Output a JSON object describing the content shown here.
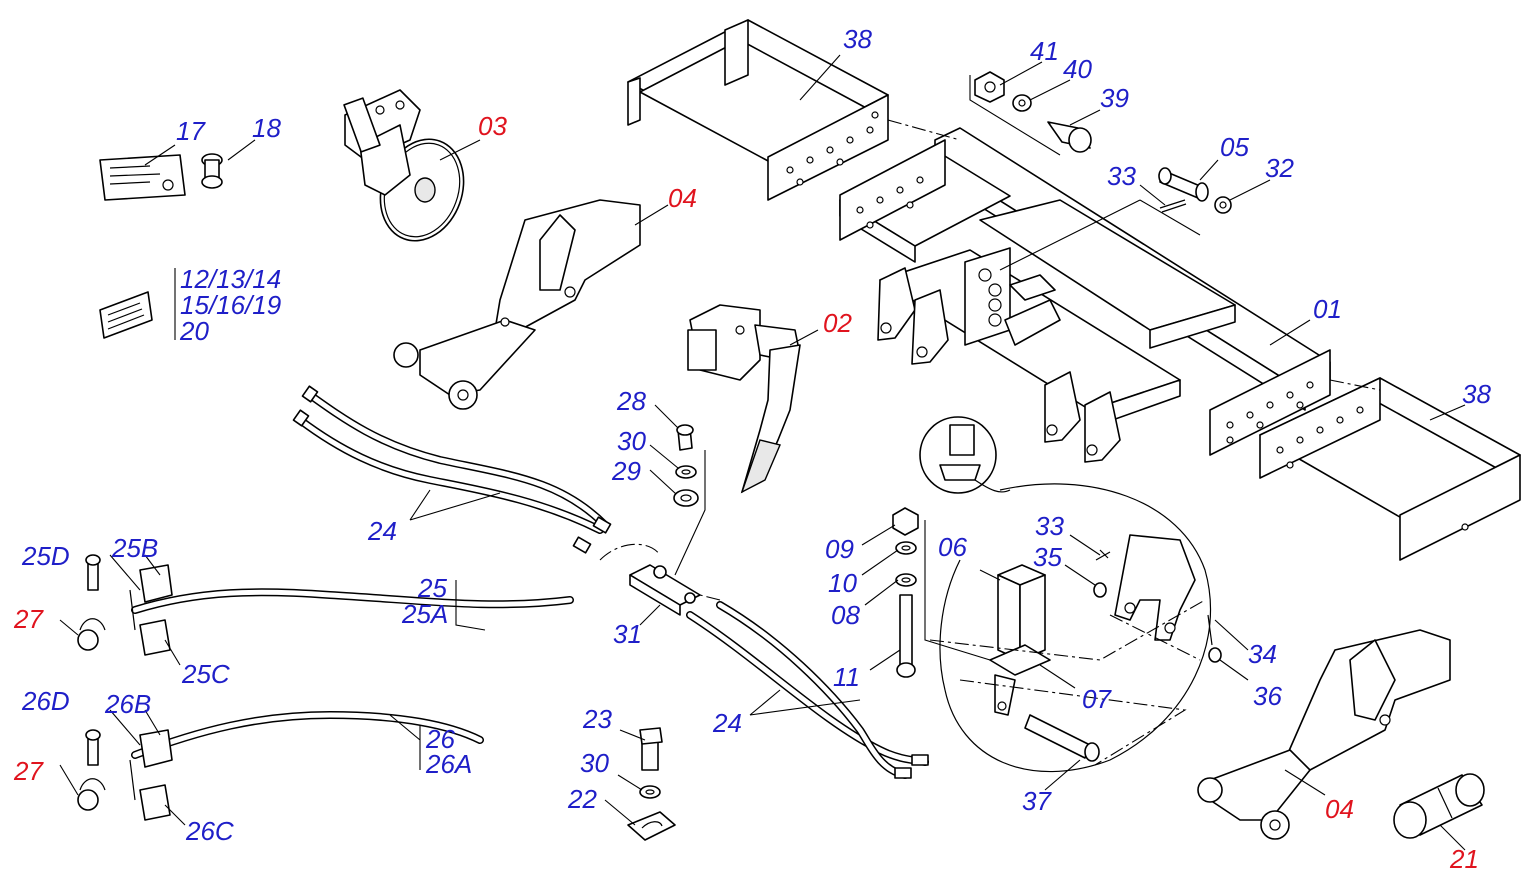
{
  "colors": {
    "part_label": "#1f1fc8",
    "assembly_label": "#e0141e",
    "line": "#000000"
  },
  "labels": {
    "l01": "01",
    "l02": "02",
    "l03": "03",
    "l04a": "04",
    "l04b": "04",
    "l05": "05",
    "l06": "06",
    "l07": "07",
    "l08": "08",
    "l09": "09",
    "l10": "10",
    "l11": "11",
    "l12": "12/13/14",
    "l15": "15/16/19",
    "l20": "20",
    "l17": "17",
    "l18": "18",
    "l21": "21",
    "l22": "22",
    "l23": "23",
    "l24a": "24",
    "l24b": "24",
    "l25": "25",
    "l25a": "25A",
    "l25b": "25B",
    "l25c": "25C",
    "l25d": "25D",
    "l26": "26",
    "l26a": "26A",
    "l26b": "26B",
    "l26c": "26C",
    "l26d": "26D",
    "l27a": "27",
    "l27b": "27",
    "l28": "28",
    "l29": "29",
    "l30a": "30",
    "l30b": "30",
    "l31": "31",
    "l32": "32",
    "l33a": "33",
    "l33b": "33",
    "l34": "34",
    "l35": "35",
    "l36": "36",
    "l37": "37",
    "l38a": "38",
    "l38b": "38",
    "l39": "39",
    "l40": "40",
    "l41": "41"
  }
}
